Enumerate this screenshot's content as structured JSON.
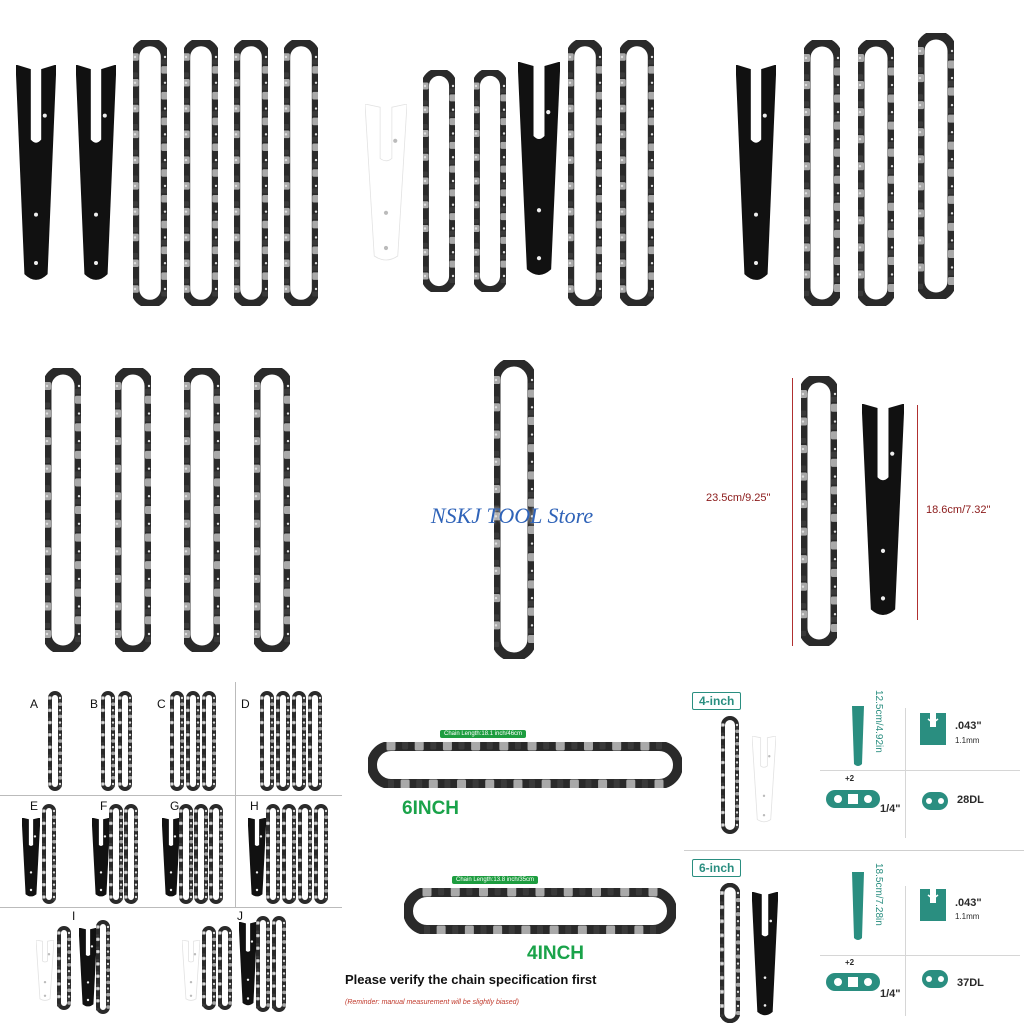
{
  "watermark": "NSKJ TOOL Store",
  "dimensions": {
    "chain_length": "23.5cm/9.25\"",
    "bar_length": "18.6cm/7.32\""
  },
  "options": [
    "A",
    "B",
    "C",
    "D",
    "E",
    "F",
    "G",
    "H",
    "I",
    "J"
  ],
  "spec_panel": {
    "tag_6_length": "Chain Length:18.1 inch/46cm",
    "label_6": "6INCH",
    "tag_4_length": "Chain Length:13.8 inch/35cm",
    "label_4": "4INCH",
    "verify": "Please verify the chain specification first",
    "reminder": "(Reminder: manual measurement will be slightly biased)"
  },
  "size_specs": [
    {
      "tag": "4-inch",
      "bar_size": "12.5cm/4.92in",
      "gauge": ".043\"",
      "gauge_mm": "1.1mm",
      "pitch": "1/4\"",
      "links": "28DL",
      "drive_plus": "+2"
    },
    {
      "tag": "6-inch",
      "bar_size": "18.5cm/7.28in",
      "gauge": ".043\"",
      "gauge_mm": "1.1mm",
      "pitch": "1/4\"",
      "links": "37DL",
      "drive_plus": "+2"
    }
  ]
}
